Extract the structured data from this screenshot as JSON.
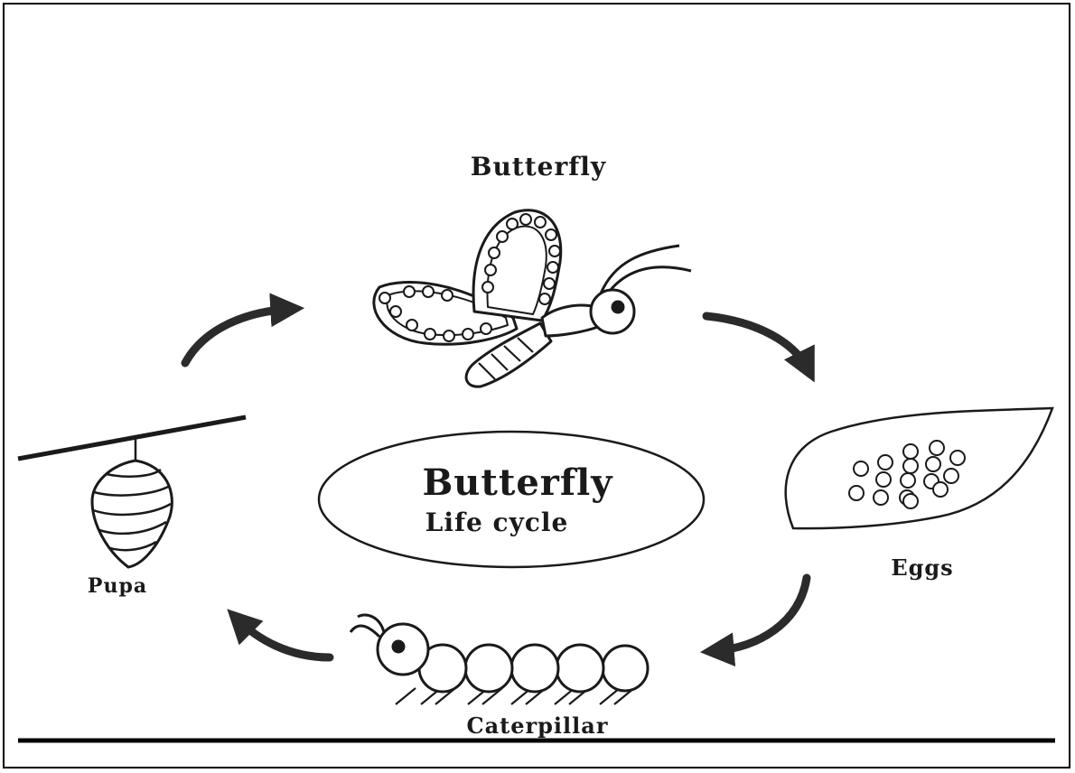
{
  "diagram": {
    "center": {
      "title": "Butterfly",
      "subtitle": "Life cycle"
    },
    "stages": {
      "butterfly": "Butterfly",
      "eggs": "Eggs",
      "caterpillar": "Caterpillar",
      "pupa": "Pupa"
    }
  },
  "colors": {
    "ink": "#1a1a1a",
    "arrow": "#2b2b2b",
    "background": "#ffffff"
  }
}
